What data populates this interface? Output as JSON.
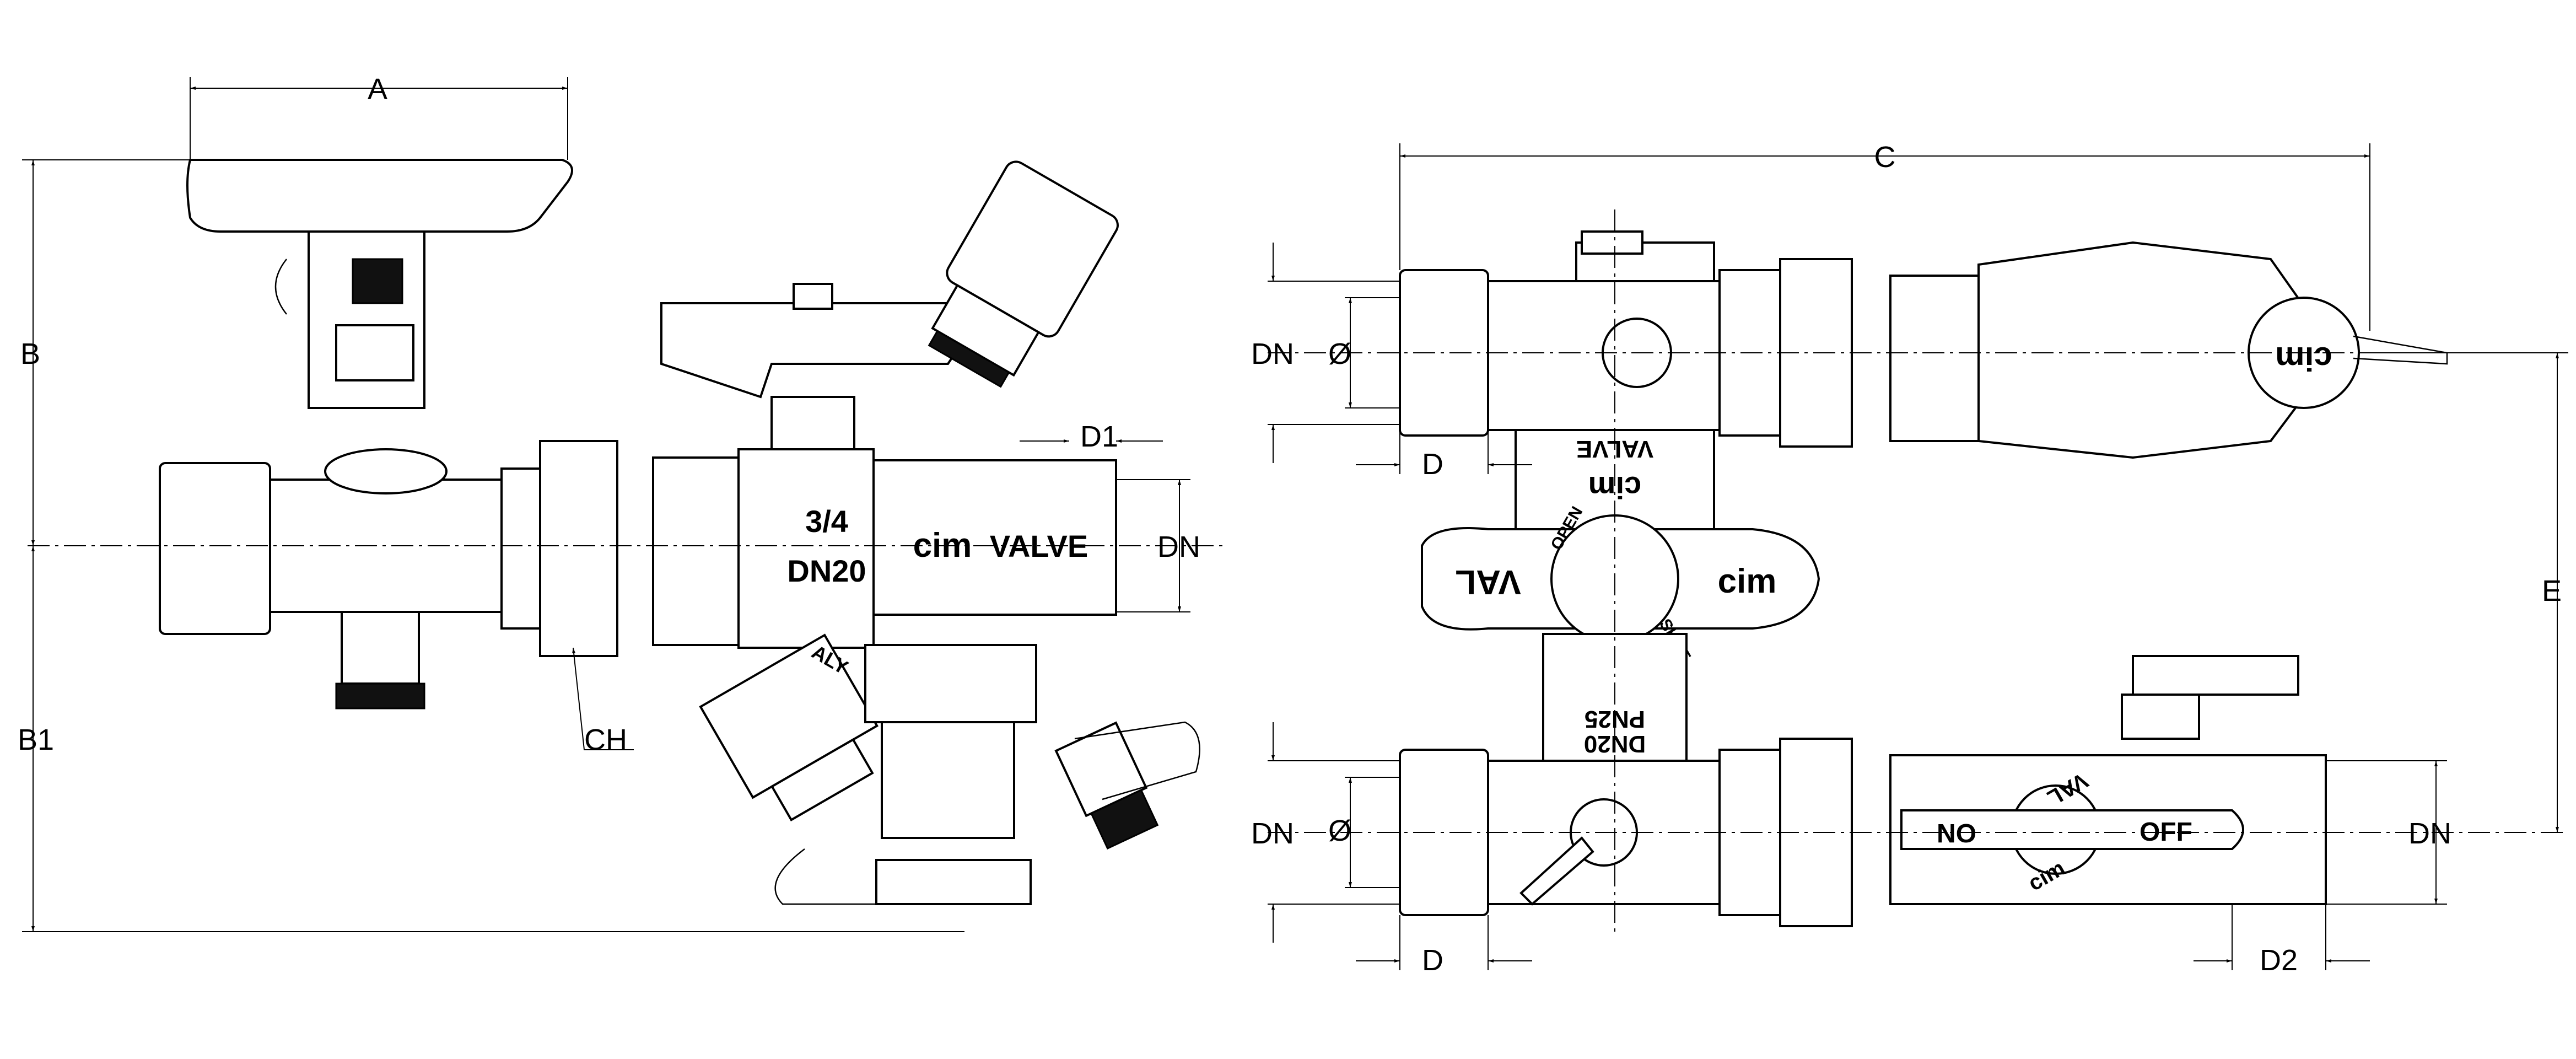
{
  "left_view": {
    "dims": {
      "a": "A",
      "b": "B",
      "b1": "B1",
      "ch": "CH",
      "d1": "D1",
      "dn": "DN"
    },
    "marks": {
      "size": "3/4",
      "dn": "DN20",
      "brand": "cim",
      "model": "VALVE",
      "origin": "ALY"
    }
  },
  "right_view": {
    "dims": {
      "c": "C",
      "dn_top": "DN",
      "dia_top": "Ø",
      "d_top": "D",
      "e": "E",
      "dn_bottom": "DN",
      "dia_bottom": "Ø",
      "d_bottom": "D",
      "dn_right": "DN",
      "d2": "D2"
    },
    "marks": {
      "valve": "VALVE",
      "cim": "cim",
      "pn": "PN25",
      "dn": "DN20",
      "handle_val": "VAL",
      "handle_cim": "cim",
      "open": "OPEN",
      "shut": "SHUT",
      "ball_on": "ON",
      "ball_off": "OFF",
      "ball_val": "VAL",
      "ball_cim": "cim"
    }
  }
}
